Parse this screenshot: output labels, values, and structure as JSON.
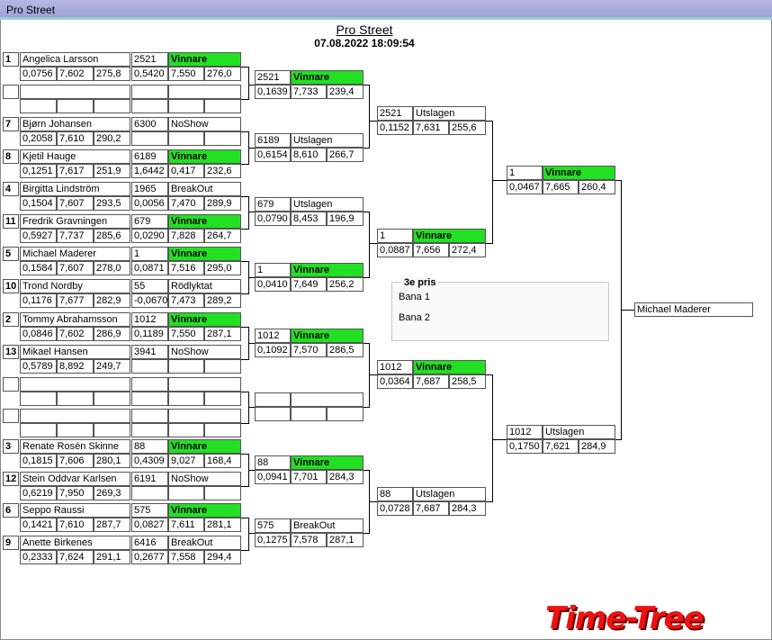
{
  "window": {
    "title": "Pro Street"
  },
  "heading": {
    "title": "Pro Street",
    "datetime": "07.08.2022 18:09:54"
  },
  "round1": [
    {
      "seed": "1",
      "name": "Angelica Larsson",
      "num": "2521",
      "status": "Vinnare",
      "rt": "0,0756",
      "r2": "7,602",
      "r3": "275,8",
      "e1": "0,5420",
      "e2": "7,550",
      "e3": "276,0",
      "win": true
    },
    {
      "seed": "",
      "name": "",
      "num": "",
      "status": "",
      "rt": "",
      "r2": "",
      "r3": "",
      "e1": "",
      "e2": "",
      "e3": "",
      "win": false
    },
    {
      "seed": "7",
      "name": "Bjørn Johansen",
      "num": "6300",
      "status": "NoShow",
      "rt": "0,2058",
      "r2": "7,610",
      "r3": "290,2",
      "e1": "",
      "e2": "",
      "e3": "",
      "win": false
    },
    {
      "seed": "8",
      "name": "Kjetil Hauge",
      "num": "6189",
      "status": "Vinnare",
      "rt": "0,1251",
      "r2": "7,617",
      "r3": "251,9",
      "e1": "1,6442",
      "e2": "0,417",
      "e3": "232,6",
      "win": true
    },
    {
      "seed": "4",
      "name": "Birgitta Lindström",
      "num": "1965",
      "status": "BreakOut",
      "rt": "0,1504",
      "r2": "7,607",
      "r3": "293,5",
      "e1": "0,0056",
      "e2": "7,470",
      "e3": "289,9",
      "win": false
    },
    {
      "seed": "11",
      "name": "Fredrik Gravningen",
      "num": "679",
      "status": "Vinnare",
      "rt": "0,5927",
      "r2": "7,737",
      "r3": "285,6",
      "e1": "0,0290",
      "e2": "7,828",
      "e3": "264,7",
      "win": true
    },
    {
      "seed": "5",
      "name": "Michael Maderer",
      "num": "1",
      "status": "Vinnare",
      "rt": "0,1584",
      "r2": "7,607",
      "r3": "278,0",
      "e1": "0,0871",
      "e2": "7,516",
      "e3": "295,0",
      "win": true
    },
    {
      "seed": "10",
      "name": "Trond Nordby",
      "num": "55",
      "status": "Rödlyktat",
      "rt": "0,1176",
      "r2": "7,677",
      "r3": "282,9",
      "e1": "-0,0670",
      "e2": "7,473",
      "e3": "289,2",
      "win": false
    },
    {
      "seed": "2",
      "name": "Tommy Abrahamsson",
      "num": "1012",
      "status": "Vinnare",
      "rt": "0,0846",
      "r2": "7,602",
      "r3": "286,9",
      "e1": "0,1189",
      "e2": "7,550",
      "e3": "287,1",
      "win": true
    },
    {
      "seed": "13",
      "name": "Mikael Hansen",
      "num": "3941",
      "status": "NoShow",
      "rt": "0,5789",
      "r2": "8,892",
      "r3": "249,7",
      "e1": "",
      "e2": "",
      "e3": "",
      "win": false
    },
    {
      "seed": "",
      "name": "",
      "num": "",
      "status": "",
      "rt": "",
      "r2": "",
      "r3": "",
      "e1": "",
      "e2": "",
      "e3": "",
      "win": false
    },
    {
      "seed": "",
      "name": "",
      "num": "",
      "status": "",
      "rt": "",
      "r2": "",
      "r3": "",
      "e1": "",
      "e2": "",
      "e3": "",
      "win": false
    },
    {
      "seed": "3",
      "name": "Renate Rosén Skinne",
      "num": "88",
      "status": "Vinnare",
      "rt": "0,1815",
      "r2": "7,606",
      "r3": "280,1",
      "e1": "0,4309",
      "e2": "9,027",
      "e3": "168,4",
      "win": true
    },
    {
      "seed": "12",
      "name": "Stein Oddvar Karlsen",
      "num": "6191",
      "status": "NoShow",
      "rt": "0,6219",
      "r2": "7,950",
      "r3": "269,3",
      "e1": "",
      "e2": "",
      "e3": "",
      "win": false
    },
    {
      "seed": "6",
      "name": "Seppo Raussi",
      "num": "575",
      "status": "Vinnare",
      "rt": "0,1421",
      "r2": "7,610",
      "r3": "287,7",
      "e1": "0,0827",
      "e2": "7,611",
      "e3": "281,1",
      "win": true
    },
    {
      "seed": "9",
      "name": "Anette Birkenes",
      "num": "6416",
      "status": "BreakOut",
      "rt": "0,2333",
      "r2": "7,624",
      "r3": "291,1",
      "e1": "0,2677",
      "e2": "7,558",
      "e3": "294,4",
      "win": false
    }
  ],
  "round2": [
    {
      "num": "2521",
      "status": "Vinnare",
      "v1": "0,1639",
      "v2": "7,733",
      "v3": "239,4",
      "win": true
    },
    {
      "num": "6189",
      "status": "Utslagen",
      "v1": "0,6154",
      "v2": "8,610",
      "v3": "266,7",
      "win": false
    },
    {
      "num": "679",
      "status": "Utslagen",
      "v1": "0,0790",
      "v2": "8,453",
      "v3": "196,9",
      "win": false
    },
    {
      "num": "1",
      "status": "Vinnare",
      "v1": "0,0410",
      "v2": "7,649",
      "v3": "256,2",
      "win": true
    },
    {
      "num": "1012",
      "status": "Vinnare",
      "v1": "0,1092",
      "v2": "7,570",
      "v3": "286,5",
      "win": true
    },
    {
      "num": "",
      "status": "",
      "v1": "",
      "v2": "",
      "v3": "",
      "win": false
    },
    {
      "num": "88",
      "status": "Vinnare",
      "v1": "0,0941",
      "v2": "7,701",
      "v3": "284,3",
      "win": true
    },
    {
      "num": "575",
      "status": "BreakOut",
      "v1": "0,1275",
      "v2": "7,578",
      "v3": "287,1",
      "win": false
    }
  ],
  "round3": [
    {
      "num": "2521",
      "status": "Utslagen",
      "v1": "0,1152",
      "v2": "7,631",
      "v3": "255,6",
      "win": false
    },
    {
      "num": "1",
      "status": "Vinnare",
      "v1": "0,0887",
      "v2": "7,656",
      "v3": "272,4",
      "win": true
    },
    {
      "num": "1012",
      "status": "Vinnare",
      "v1": "0,0364",
      "v2": "7,687",
      "v3": "258,5",
      "win": true
    },
    {
      "num": "88",
      "status": "Utslagen",
      "v1": "0,0728",
      "v2": "7,687",
      "v3": "284,3",
      "win": false
    }
  ],
  "round4": [
    {
      "num": "1",
      "status": "Vinnare",
      "v1": "0,0467",
      "v2": "7,665",
      "v3": "260,4",
      "win": true
    },
    {
      "num": "1012",
      "status": "Utslagen",
      "v1": "0,1750",
      "v2": "7,621",
      "v3": "284,9",
      "win": false
    }
  ],
  "final": {
    "winner": "Michael Maderer"
  },
  "bronze": {
    "title": "3e pris",
    "lane1": "Bana 1",
    "lane2": "Bana 2"
  },
  "logo": {
    "text": "Time-Tree"
  },
  "colors": {
    "winner_bg": "#22e022",
    "titlebar": "#a8abdc"
  }
}
